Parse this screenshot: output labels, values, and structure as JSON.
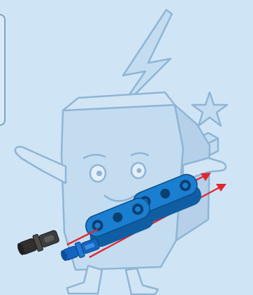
{
  "scene": {
    "background_color": "#cfe5f6",
    "watermark_color": "#b8d3e9",
    "watermark_stroke": "#8fb5d6",
    "illustration": "box-mascot-watermark",
    "icons": [
      "lightning-icon",
      "star-icon",
      "box-mascot"
    ]
  },
  "parts": {
    "beam_color": "#1a7fd0",
    "beam_dark": "#0f5ea3",
    "pin_black_color": "#3d3d3d",
    "pin_blue_color": "#1565c0",
    "arrow_color": "#e0262e",
    "beam_count": 2,
    "pin_count": 2
  },
  "side_panel": {
    "border_color": "#7fa3c3"
  }
}
